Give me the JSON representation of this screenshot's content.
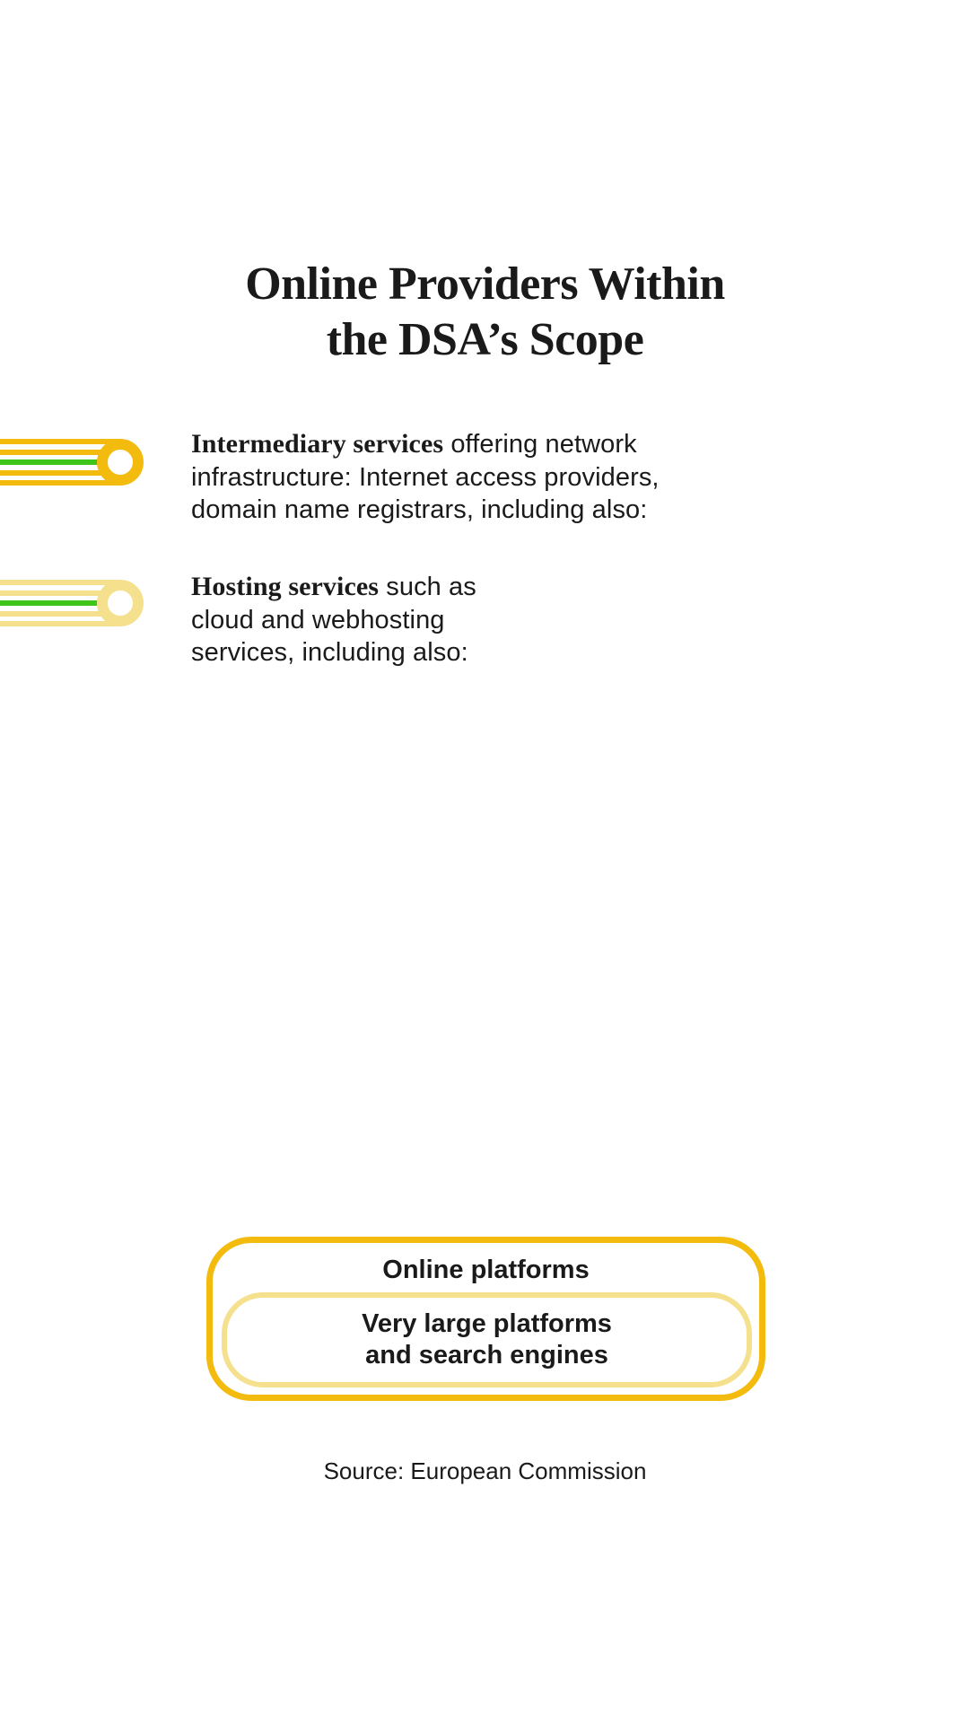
{
  "colors": {
    "accent_yellow": "#F3BB0E",
    "accent_pale_yellow": "#F5E08E",
    "accent_green": "#3FC51A",
    "text": "#1A1A1A",
    "background": "#FFFFFF"
  },
  "title": {
    "line1": "Online Providers Within",
    "line2": "the DSA’s Scope"
  },
  "items": [
    {
      "icon": "yellow-lines-ring-icon",
      "lead": "Intermediary services",
      "line1_rest": " offering network",
      "line2": "infrastructure: Internet access providers,",
      "line3": "domain name registrars, including also:"
    },
    {
      "icon": "pale-yellow-lines-ring-icon",
      "lead": "Hosting services",
      "line1_rest": " such as",
      "line2": "cloud and webhosting",
      "line3": "services, including also:"
    }
  ],
  "scope_diagram": {
    "outer_box_label": "Online platforms",
    "inner_box_label_line1": "Very large platforms",
    "inner_box_label_line2": "and search engines"
  },
  "source": "Source: European Commission"
}
